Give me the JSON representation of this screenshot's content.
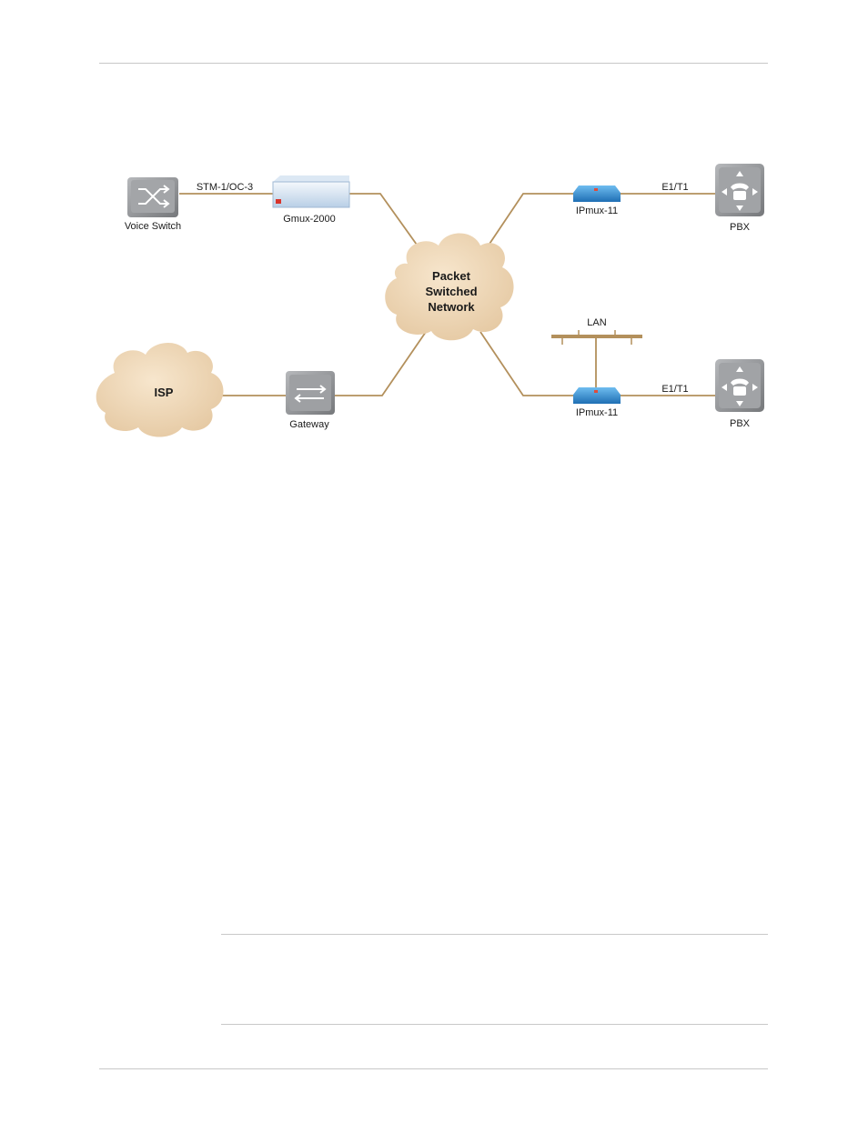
{
  "diagram": {
    "cloud_center_label": [
      "Packet",
      "Switched",
      "Network"
    ],
    "isp_label": "ISP",
    "voice_switch_label": "Voice Switch",
    "stm_link_label": "STM-1/OC-3",
    "gmux_label": "Gmux-2000",
    "gateway_label": "Gateway",
    "ipmux_top_label": "IPmux-11",
    "ipmux_bottom_label": "IPmux-11",
    "e1_top_label": "E1/T1",
    "e1_bottom_label": "E1/T1",
    "pbx_top_label": "PBX",
    "pbx_bottom_label": "PBX",
    "lan_label": "LAN"
  },
  "colors": {
    "link": "#b3905c",
    "cloud": "#ecd4b3",
    "device_gray": "#8f9194",
    "ipmux_blue": "#2f86c9",
    "gmux_blue": "#bcd3ea"
  }
}
